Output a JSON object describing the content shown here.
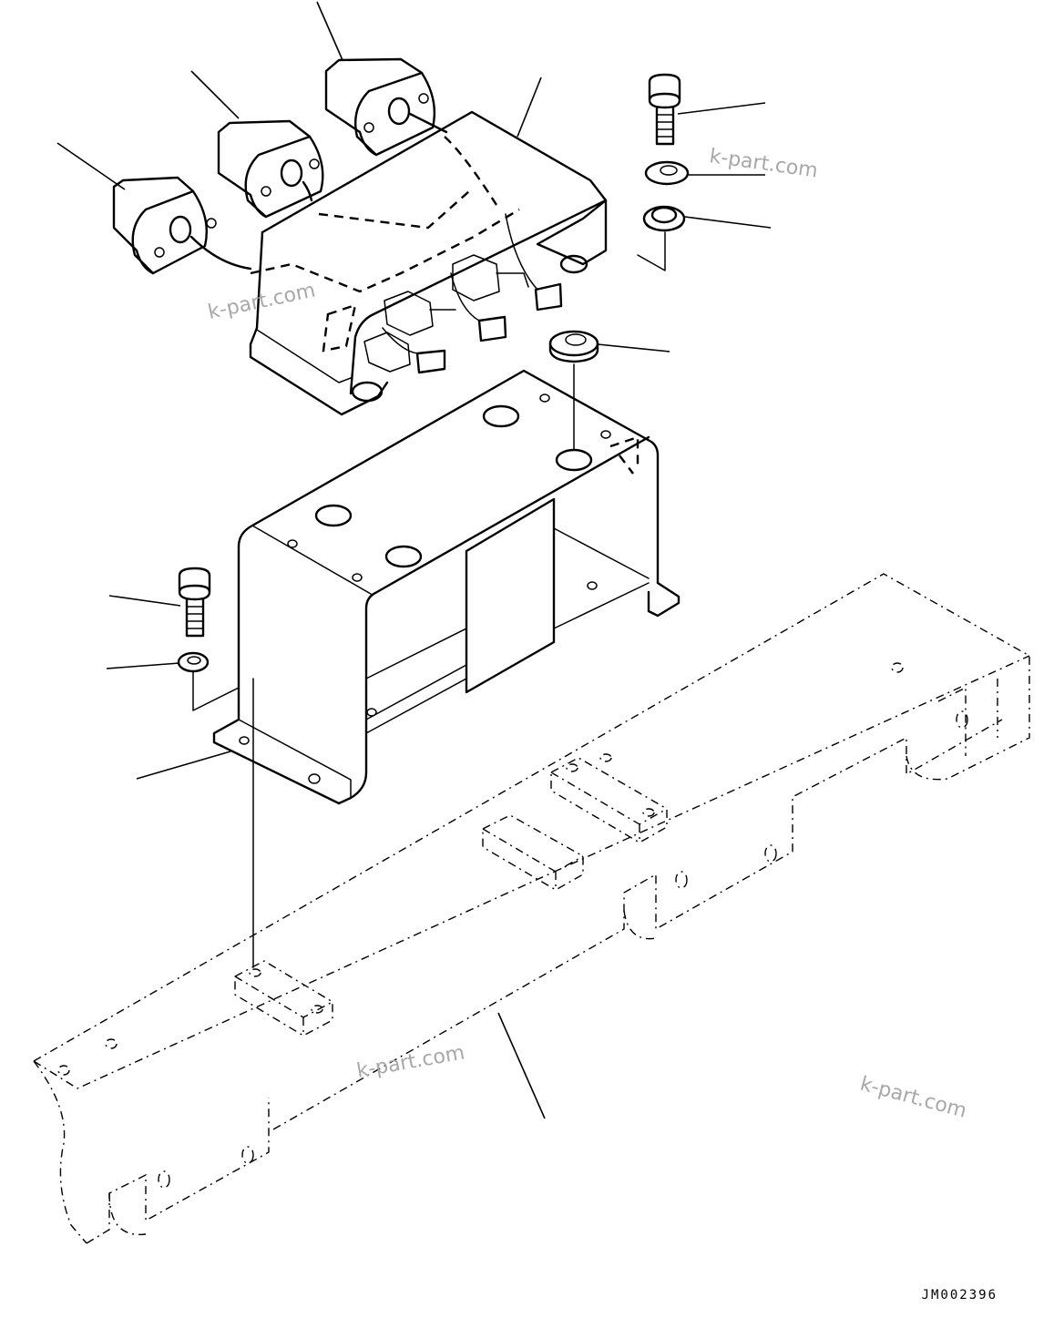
{
  "drawing": {
    "code": "JM002396",
    "watermark": "k-part.com"
  },
  "parts": [
    "lamp-left",
    "lamp-middle",
    "lamp-right",
    "lamp-bracket",
    "bolt-upper",
    "washer-upper",
    "grommet-upper",
    "cushion",
    "support-bracket",
    "bolt-lower",
    "washer-lower",
    "frame"
  ],
  "colors": {
    "line": "#000000",
    "watermark": "#a8a8a8",
    "background": "#ffffff"
  }
}
